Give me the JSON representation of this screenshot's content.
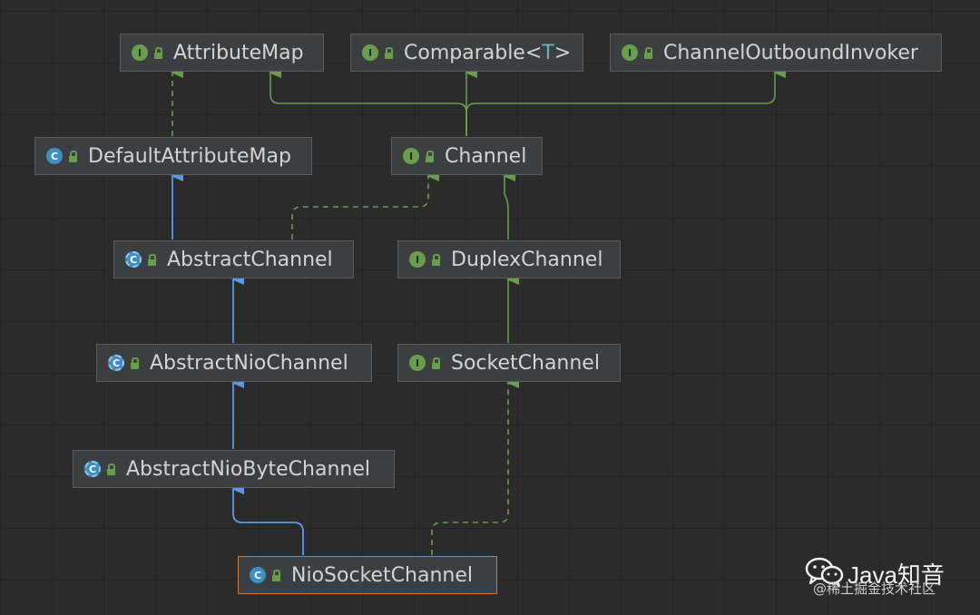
{
  "colors": {
    "background": "#2b2b2b",
    "node_fill": "#3c3f41",
    "node_border": "#5b5e60",
    "selected_border": "#c97a35",
    "interface_edge": "#6a9e4e",
    "class_edge": "#5b9be6",
    "text": "#d2d4d6"
  },
  "nodes": {
    "attribute_map": {
      "label": "AttributeMap",
      "kind": "I",
      "kind_type": "interface"
    },
    "comparable": {
      "label": "Comparable<",
      "generic": "T",
      "label_end": ">",
      "kind": "I",
      "kind_type": "interface"
    },
    "channel_outbound_invoker": {
      "label": "ChannelOutboundInvoker",
      "kind": "I",
      "kind_type": "interface"
    },
    "default_attribute_map": {
      "label": "DefaultAttributeMap",
      "kind": "C",
      "kind_type": "class"
    },
    "channel": {
      "label": "Channel",
      "kind": "I",
      "kind_type": "interface"
    },
    "abstract_channel": {
      "label": "AbstractChannel",
      "kind": "C",
      "kind_type": "abstract-class"
    },
    "duplex_channel": {
      "label": "DuplexChannel",
      "kind": "I",
      "kind_type": "interface"
    },
    "abstract_nio_channel": {
      "label": "AbstractNioChannel",
      "kind": "C",
      "kind_type": "abstract-class"
    },
    "socket_channel": {
      "label": "SocketChannel",
      "kind": "I",
      "kind_type": "interface"
    },
    "abstract_nio_byte_channel": {
      "label": "AbstractNioByteChannel",
      "kind": "C",
      "kind_type": "abstract-class"
    },
    "nio_socket_channel": {
      "label": "NioSocketChannel",
      "kind": "C",
      "kind_type": "class",
      "selected": true
    }
  },
  "edges": [
    {
      "from": "DefaultAttributeMap",
      "to": "AttributeMap",
      "type": "implements"
    },
    {
      "from": "Channel",
      "to": "AttributeMap",
      "type": "extends-interface"
    },
    {
      "from": "Channel",
      "to": "Comparable<T>",
      "type": "extends-interface"
    },
    {
      "from": "Channel",
      "to": "ChannelOutboundInvoker",
      "type": "extends-interface"
    },
    {
      "from": "AbstractChannel",
      "to": "DefaultAttributeMap",
      "type": "extends"
    },
    {
      "from": "AbstractChannel",
      "to": "Channel",
      "type": "implements"
    },
    {
      "from": "DuplexChannel",
      "to": "Channel",
      "type": "extends-interface"
    },
    {
      "from": "AbstractNioChannel",
      "to": "AbstractChannel",
      "type": "extends"
    },
    {
      "from": "SocketChannel",
      "to": "DuplexChannel",
      "type": "extends-interface"
    },
    {
      "from": "AbstractNioByteChannel",
      "to": "AbstractNioChannel",
      "type": "extends"
    },
    {
      "from": "NioSocketChannel",
      "to": "AbstractNioByteChannel",
      "type": "extends"
    },
    {
      "from": "NioSocketChannel",
      "to": "SocketChannel",
      "type": "implements"
    }
  ],
  "watermark": {
    "brand": "Java知音",
    "sub": "@稀土掘金技术社区",
    "logo_icon": "wechat-icon"
  }
}
